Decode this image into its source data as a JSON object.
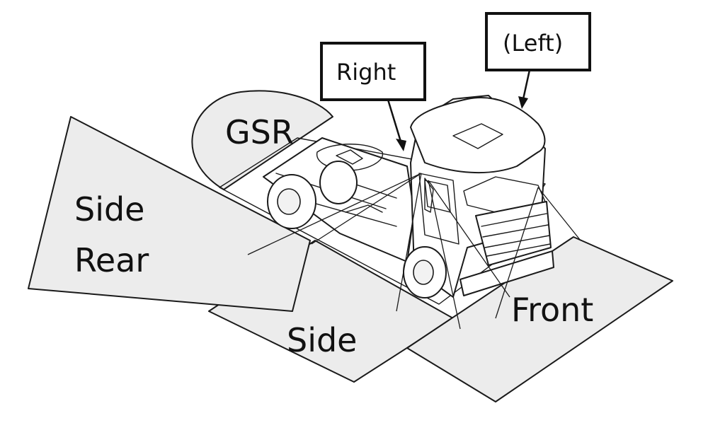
{
  "zones": {
    "side_rear": {
      "line1": "Side",
      "line2": "Rear"
    },
    "gsr": "GSR",
    "side": "Side",
    "front": "Front"
  },
  "callouts": {
    "right": "Right",
    "left": "(Left)"
  },
  "colors": {
    "zone_fill": "#ececec",
    "outline": "#1a1a1a",
    "background": "#ffffff"
  }
}
